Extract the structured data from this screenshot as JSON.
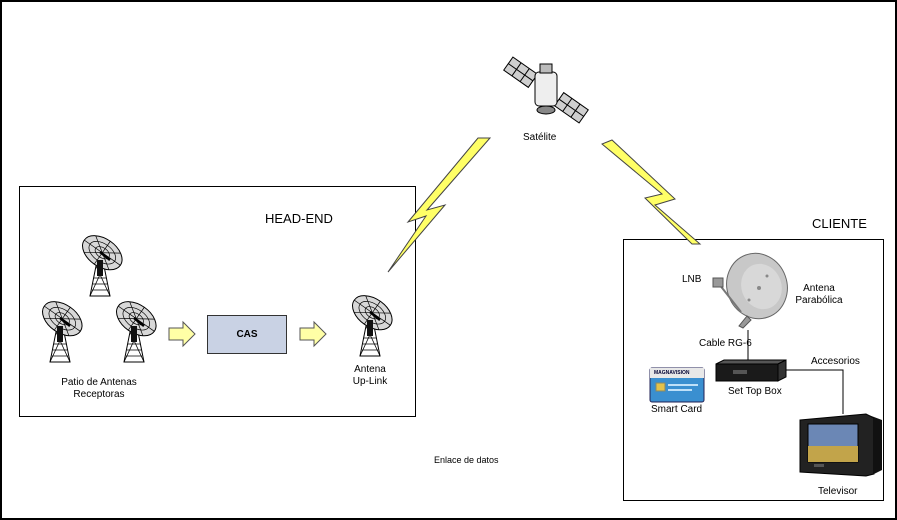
{
  "satellite": {
    "label": "Satélite"
  },
  "headend": {
    "title": "HEAD-END",
    "cas_label": "CAS",
    "patio_label_line1": "Patio de Antenas",
    "patio_label_line2": "Receptoras",
    "uplink_label_line1": "Antena",
    "uplink_label_line2": "Up-Link"
  },
  "cliente": {
    "title": "CLIENTE",
    "lnb_label": "LNB",
    "antena_label_line1": "Antena",
    "antena_label_line2": "Parabólica",
    "cable_label": "Cable RG-6",
    "accesorios_label": "Accesorios",
    "settopbox_label": "Set Top Box",
    "smartcard_label": "Smart Card",
    "smartcard_brand": "MAGNAVISION",
    "televisor_label": "Televisor"
  },
  "data_link_label": "Enlace de datos",
  "colors": {
    "cas_fill": "#c9d2e4",
    "arrow_fill": "#ffffa6",
    "lightning": "#ffff66",
    "dish_grey": "#b8b8b8",
    "card_blue": "#3a8fd0"
  },
  "icons": [
    "satellite-icon",
    "dish-antenna-icon",
    "lightning-icon",
    "arrow-right-icon",
    "set-top-box-icon",
    "smart-card-icon",
    "television-icon"
  ]
}
